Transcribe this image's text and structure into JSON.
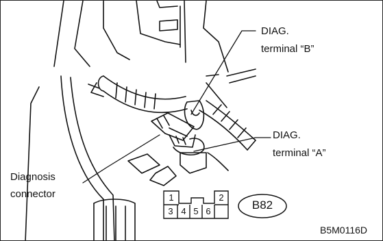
{
  "labels": {
    "diag_b_line1": "DIAG.",
    "diag_b_line2": "terminal “B”",
    "diag_a_line1": "DIAG.",
    "diag_a_line2": "terminal “A”",
    "connector_line1": "Diagnosis",
    "connector_line2": "connector"
  },
  "pinout": {
    "pins": [
      "1",
      "2",
      "3",
      "4",
      "5",
      "6"
    ]
  },
  "connector_code": "B82",
  "figure_code": "B5M0116D"
}
